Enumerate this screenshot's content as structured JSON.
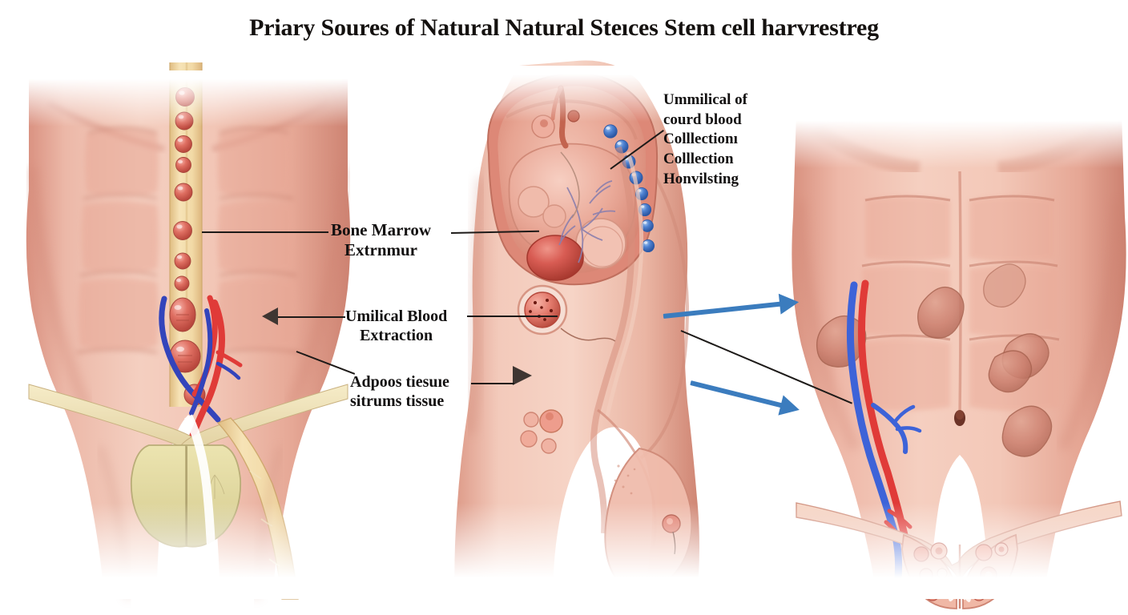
{
  "title": "Priary Soures of Natural Natural Steıces Stem cell harvrestreg",
  "labels": {
    "bone_marrow": {
      "line1": "Bone Marrow",
      "line2": "Extrnmur"
    },
    "umbilical_blood": {
      "line1": "Umilical Blood",
      "line2": "Extraction"
    },
    "adipose": {
      "line1": "Adpoos tiesuıe",
      "line2": "sitrums tissue"
    },
    "cord_collection": {
      "line1": "Ummilical of",
      "line2": "courd blood",
      "line3": "Colllectionı",
      "line4": "Colllection",
      "line5": "Honvіlsting"
    }
  },
  "colors": {
    "title_text": "#14110f",
    "label_text": "#121010",
    "leader_line": "#1d1a18",
    "arrow_blue": "#3b7cbe",
    "skin_light": "#f2c0b0",
    "skin_mid": "#e3a392",
    "skin_shadow": "#cf8775",
    "skin_deep": "#b96e5d",
    "marrow_yellow": "#f0d9a4",
    "marrow_bead": "#e06a5e",
    "artery_red": "#e03b38",
    "vein_blue": "#3344bb",
    "fat_tan": "#e4dca6",
    "stemcell_blue": "#4a7fd0",
    "womb_pink": "#e8a091",
    "womb_deep": "#d0705f",
    "background": "#ffffff"
  },
  "figures": {
    "left": {
      "name": "bone-marrow-figure",
      "description": "Anterior torso with sternum and marrow beads, iliac vessels and inguinal ligaments",
      "marrow_bead_count": 11
    },
    "middle": {
      "name": "umbilical-cord-figure",
      "description": "Pregnant torso in profile with uterus cross-section, fetus and umbilical cord blood droplets",
      "stemcell_droplet_count": 8
    },
    "right": {
      "name": "adipose-tissue-figure",
      "description": "Anterior torso showing subcutaneous adipose deposits, femoral vessels and navel",
      "fat_patch_count": 6
    }
  },
  "connectors": {
    "blue_arrows": 2,
    "leader_lines": 5,
    "arrowheads": 2
  }
}
